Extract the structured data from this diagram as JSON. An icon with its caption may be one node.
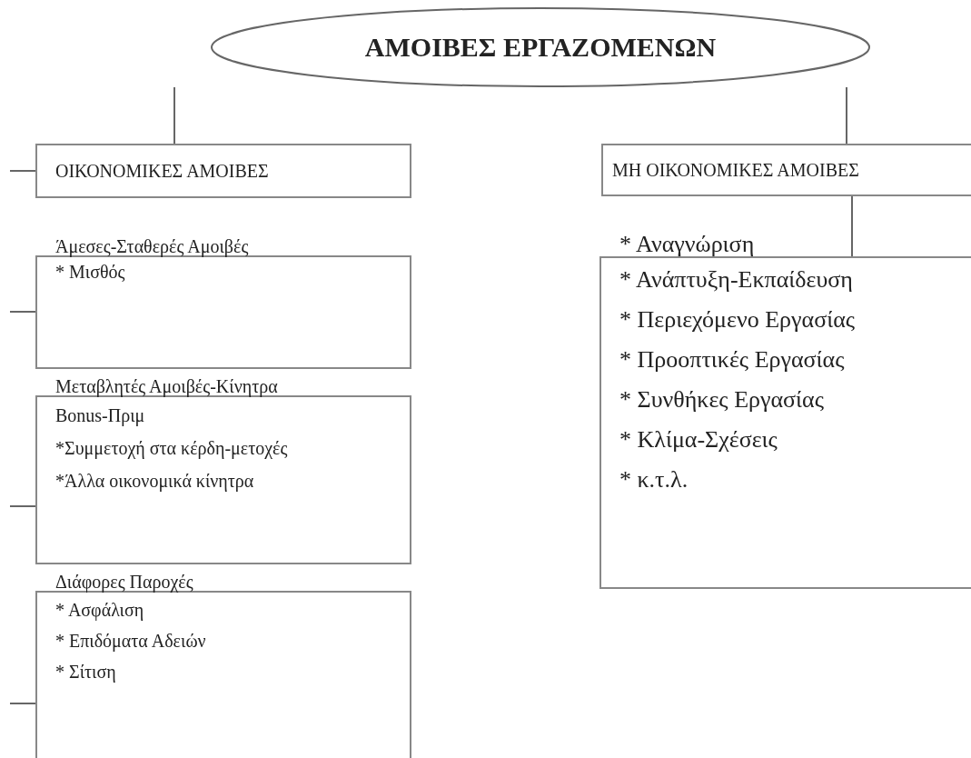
{
  "diagram": {
    "nodes": [
      {
        "text": [
          "ΑΜΟΙΒΕΣ ΕΡΓΑΖΟΜΕΝΩΝ"
        ]
      },
      {
        "text": [
          "ΟΙΚΟΝΟΜΙΚΕΣ ΑΜΟΙΒΕΣ"
        ]
      },
      {
        "text": [
          "ΜΗ ΟΙΚΟΝΟΜΙΚΕΣ ΑΜΟΙΒΕΣ"
        ]
      },
      {
        "text": [
          "Άμεσες-Σταθερές  Αμοιβές",
          "* Μισθός"
        ]
      },
      {
        "text": [
          "Μεταβλητές Αμοιβές-Κίνητρα",
          "Bonus-Πριμ",
          "*Συμμετοχή στα κέρδη-μετοχές",
          "*Άλλα οικονομικά κίνητρα"
        ]
      },
      {
        "text": [
          "Διάφορες Παροχές",
          "* Ασφάλιση",
          "* Επιδόματα Αδειών",
          "* Σίτιση"
        ]
      },
      {
        "text": [
          "* Αναγνώριση",
          "* Ανάπτυξη-Εκπαίδευση",
          "* Περιεχόμενο Εργασίας",
          "* Προοπτικές Εργασίας",
          "* Συνθήκες Εργασίας",
          "* Κλίμα-Σχέσεις",
          "* κ.τ.λ."
        ]
      }
    ],
    "edges": [
      {
        "from": 0,
        "to": 1,
        "arrow": "none"
      },
      {
        "from": 0,
        "to": 2,
        "arrow": "none"
      },
      {
        "from": 2,
        "to": 6,
        "arrow": "none"
      },
      {
        "from": null,
        "to": 1,
        "arrow": "none"
      },
      {
        "from": null,
        "to": 3,
        "arrow": "none"
      },
      {
        "from": null,
        "to": 4,
        "arrow": "none"
      },
      {
        "from": null,
        "to": 5,
        "arrow": "none"
      }
    ]
  }
}
